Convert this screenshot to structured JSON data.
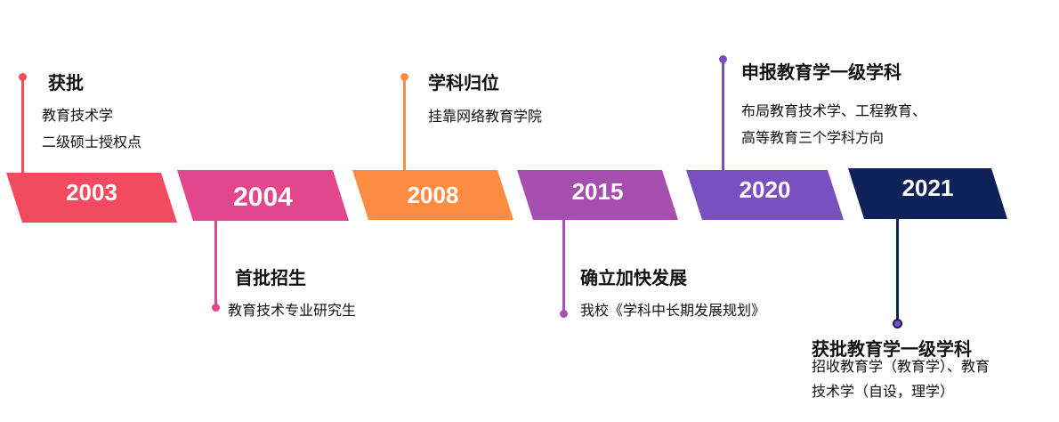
{
  "milestones": [
    {
      "year": "2003",
      "color": "#f24b5f",
      "title": "获批",
      "lines": [
        "教育技术学",
        "二级硕士授权点"
      ]
    },
    {
      "year": "2004",
      "color": "#e2478d",
      "title": "首批招生",
      "lines": [
        "教育技术专业研究生"
      ]
    },
    {
      "year": "2008",
      "color": "#fb8c42",
      "title": "学科归位",
      "lines": [
        "挂靠网络教育学院"
      ]
    },
    {
      "year": "2015",
      "color": "#a64fb0",
      "title": "确立加快发展",
      "lines": [
        "我校《学科中长期发展规划》"
      ]
    },
    {
      "year": "2020",
      "color": "#7a4fc0",
      "title": "申报教育学一级学科",
      "lines": [
        "布局教育技术学、工程教育、",
        "高等教育三个学科方向"
      ]
    },
    {
      "year": "2021",
      "color": "#0f2159",
      "title": "获批教育学一级学科",
      "lines": [
        "招收教育学（教育学）、教育",
        "技术学（自设，理学）"
      ]
    }
  ]
}
